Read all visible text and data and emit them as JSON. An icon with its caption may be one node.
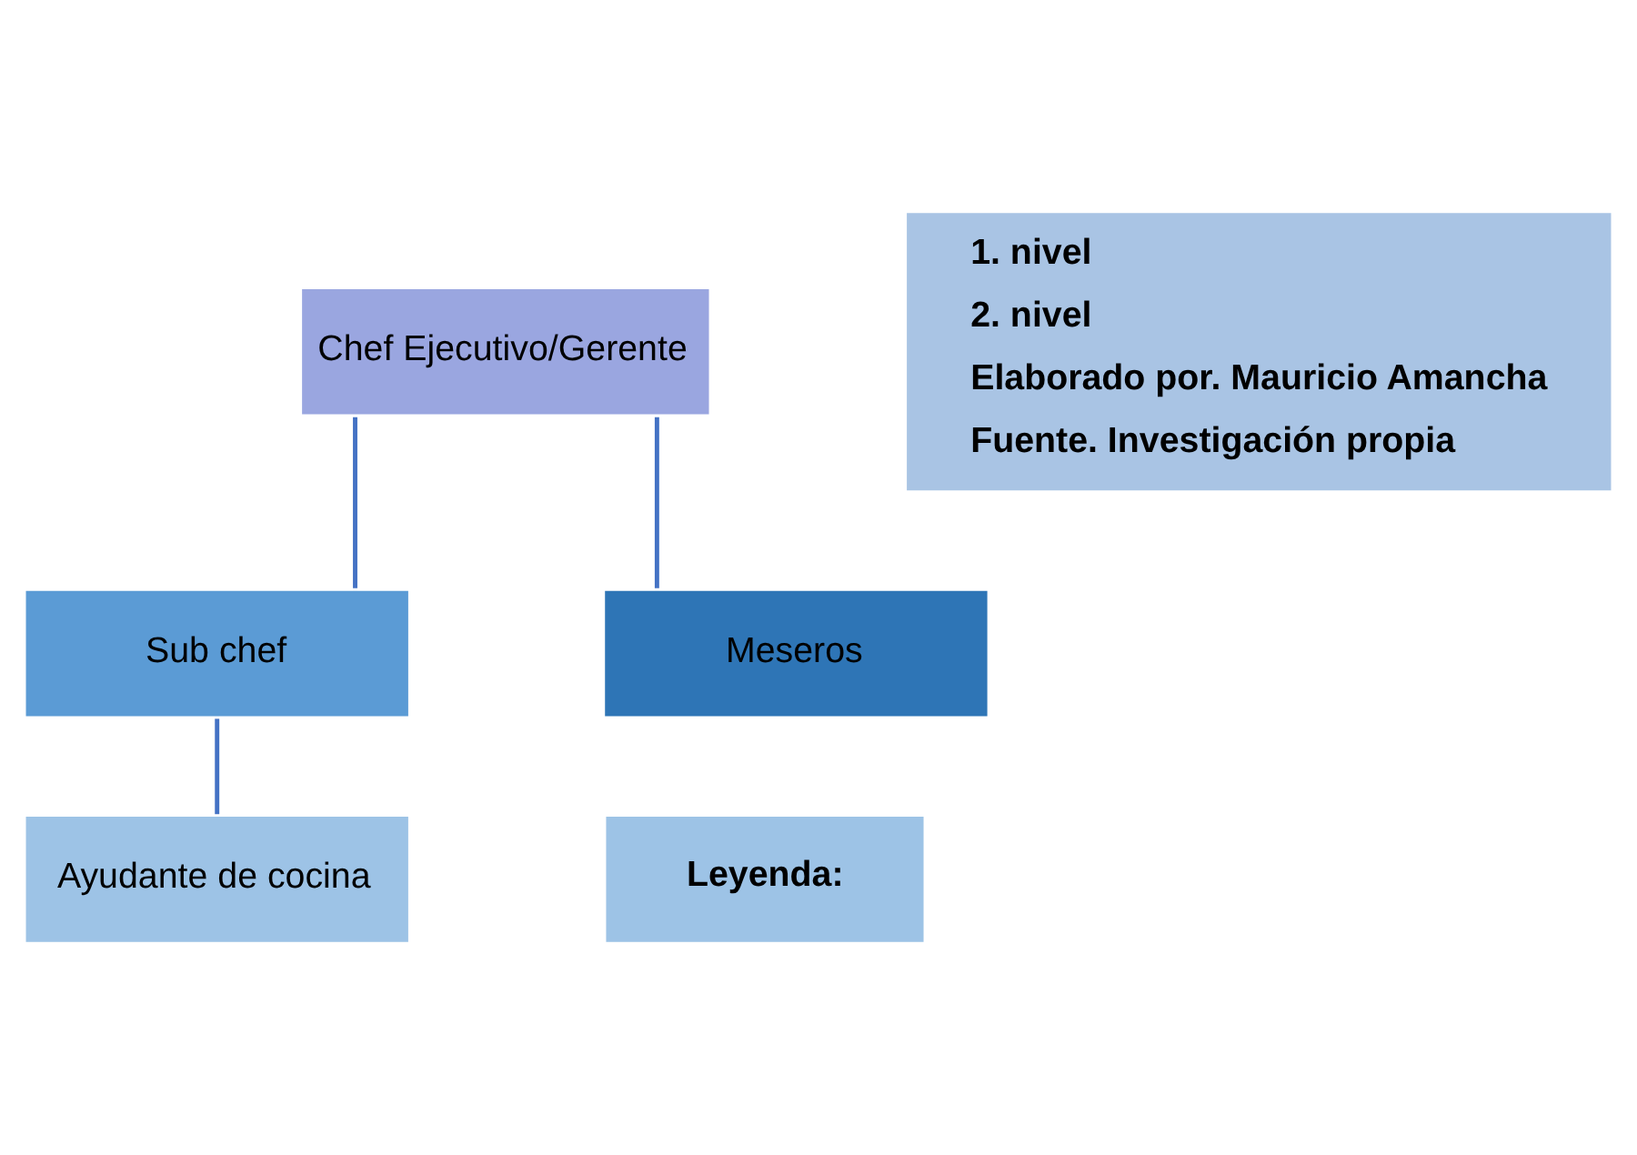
{
  "diagram": {
    "nodes": [
      {
        "text": [
          "Chef Ejecutivo/Gerente"
        ]
      },
      {
        "text": [
          "Sub chef"
        ]
      },
      {
        "text": [
          "Meseros"
        ]
      },
      {
        "text": [
          "Ayudante de cocina"
        ]
      },
      {
        "text": [
          "Leyenda:"
        ]
      },
      {
        "text": [
          "1. nivel",
          "2. nivel",
          "Elaborado por. Mauricio Amancha",
          "Fuente. Investigación propia"
        ]
      }
    ],
    "edges": [
      {
        "from": 0,
        "to": 1,
        "arrow": "none"
      },
      {
        "from": 0,
        "to": 2,
        "arrow": "none"
      },
      {
        "from": 1,
        "to": 3,
        "arrow": "none"
      }
    ]
  }
}
